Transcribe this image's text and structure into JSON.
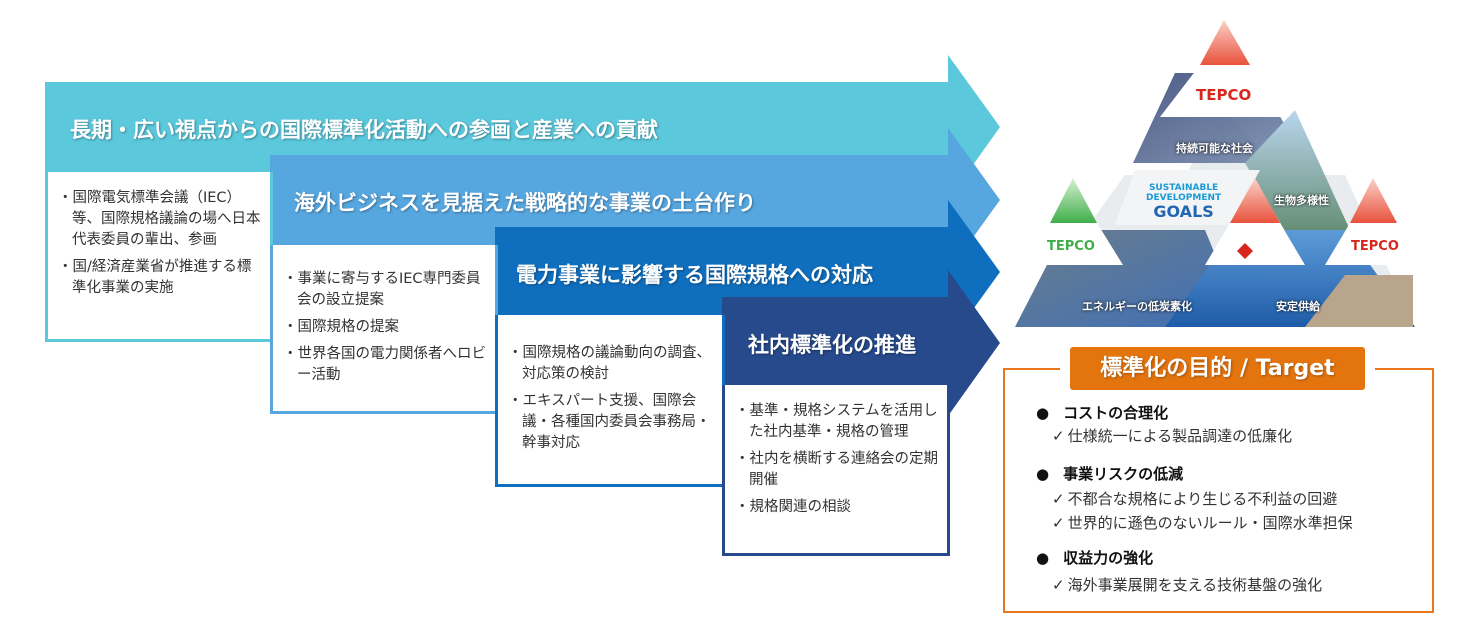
{
  "arrows": [
    {
      "title": "長期・広い視点からの国際標準化活動への参画と産業への貢献",
      "color": "#5BC8DC",
      "items": [
        "国際電気標準会議（IEC）等、国際規格議論の場へ日本代表委員の輩出、参画",
        "国/経済産業省が推進する標準化事業の実施"
      ]
    },
    {
      "title": "海外ビジネスを見据えた戦略的な事業の土台作り",
      "color": "#56A6E0",
      "items": [
        "事業に寄与するIEC専門委員会の設立提案",
        "国際規格の提案",
        "世界各国の電力関係者へロビー活動"
      ]
    },
    {
      "title": "電力事業に影響する国際規格への対応",
      "color": "#0F6FBE",
      "items": [
        "国際規格の議論動向の調査、対応策の検討",
        "エキスパート支援、国際会議・各種国内委員会事務局・幹事対応"
      ]
    },
    {
      "title": "社内標準化の推進",
      "color": "#264A8C",
      "items": [
        "基準・規格システムを活用した社内基準・規格の管理",
        "社内を横断する連絡会の定期開催",
        "規格関連の相談"
      ]
    }
  ],
  "pyramid": {
    "logo": "TEPCO",
    "sdg": [
      "SUSTAINABLE",
      "DEVELOPMENT",
      "GOALS"
    ],
    "labels": [
      "持続可能な社会",
      "生物多様性",
      "エネルギーの低炭素化",
      "安定供給"
    ]
  },
  "target": {
    "title": "標準化の目的 / Target",
    "goals": [
      {
        "label": "コストの合理化",
        "subs": [
          "仕様統一による製品調達の低廉化"
        ]
      },
      {
        "label": "事業リスクの低減",
        "subs": [
          "不都合な規格により生じる不利益の回避",
          "世界的に遜色のないルール・国際水準担保"
        ]
      },
      {
        "label": "収益力の強化",
        "subs": [
          "海外事業展開を支える技術基盤の強化"
        ]
      }
    ],
    "accent": "#E3740E"
  }
}
